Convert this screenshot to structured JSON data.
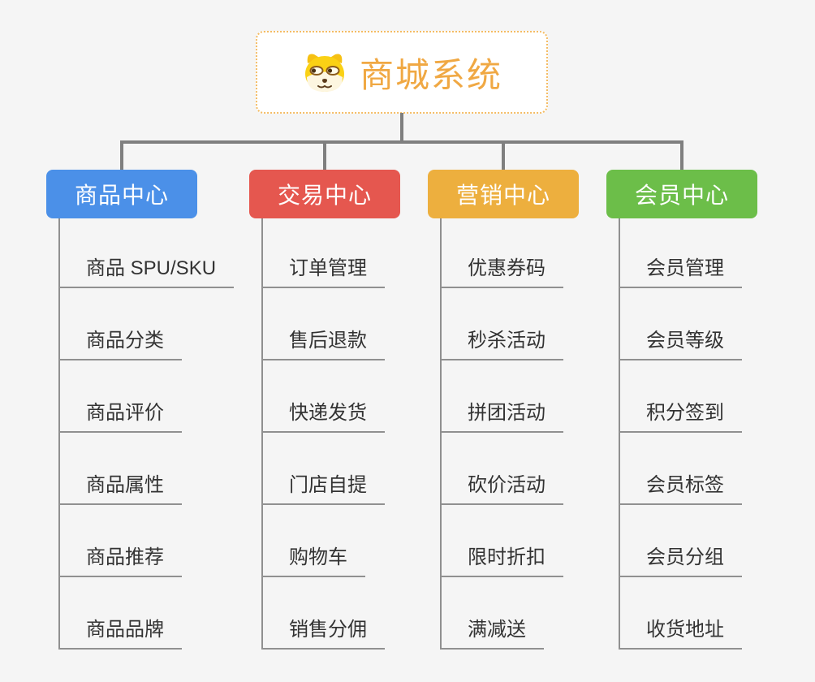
{
  "root": {
    "title": "商城系统",
    "icon": "shiba-dog-icon",
    "accent_color": "#f0a843",
    "border_color": "#f4bc64"
  },
  "connector_color": "#7f7f7f",
  "leaf_line_color": "#909090",
  "background_color": "#f5f5f5",
  "branches": [
    {
      "label": "商品中心",
      "color": "#4b90e8",
      "children": [
        "商品 SPU/SKU",
        "商品分类",
        "商品评价",
        "商品属性",
        "商品推荐",
        "商品品牌"
      ]
    },
    {
      "label": "交易中心",
      "color": "#e5574f",
      "children": [
        "订单管理",
        "售后退款",
        "快递发货",
        "门店自提",
        "购物车",
        "销售分佣"
      ]
    },
    {
      "label": "营销中心",
      "color": "#edaf3e",
      "children": [
        "优惠券码",
        "秒杀活动",
        "拼团活动",
        "砍价活动",
        "限时折扣",
        "满减送"
      ]
    },
    {
      "label": "会员中心",
      "color": "#6cbe49",
      "children": [
        "会员管理",
        "会员等级",
        "积分签到",
        "会员标签",
        "会员分组",
        "收货地址"
      ]
    }
  ]
}
